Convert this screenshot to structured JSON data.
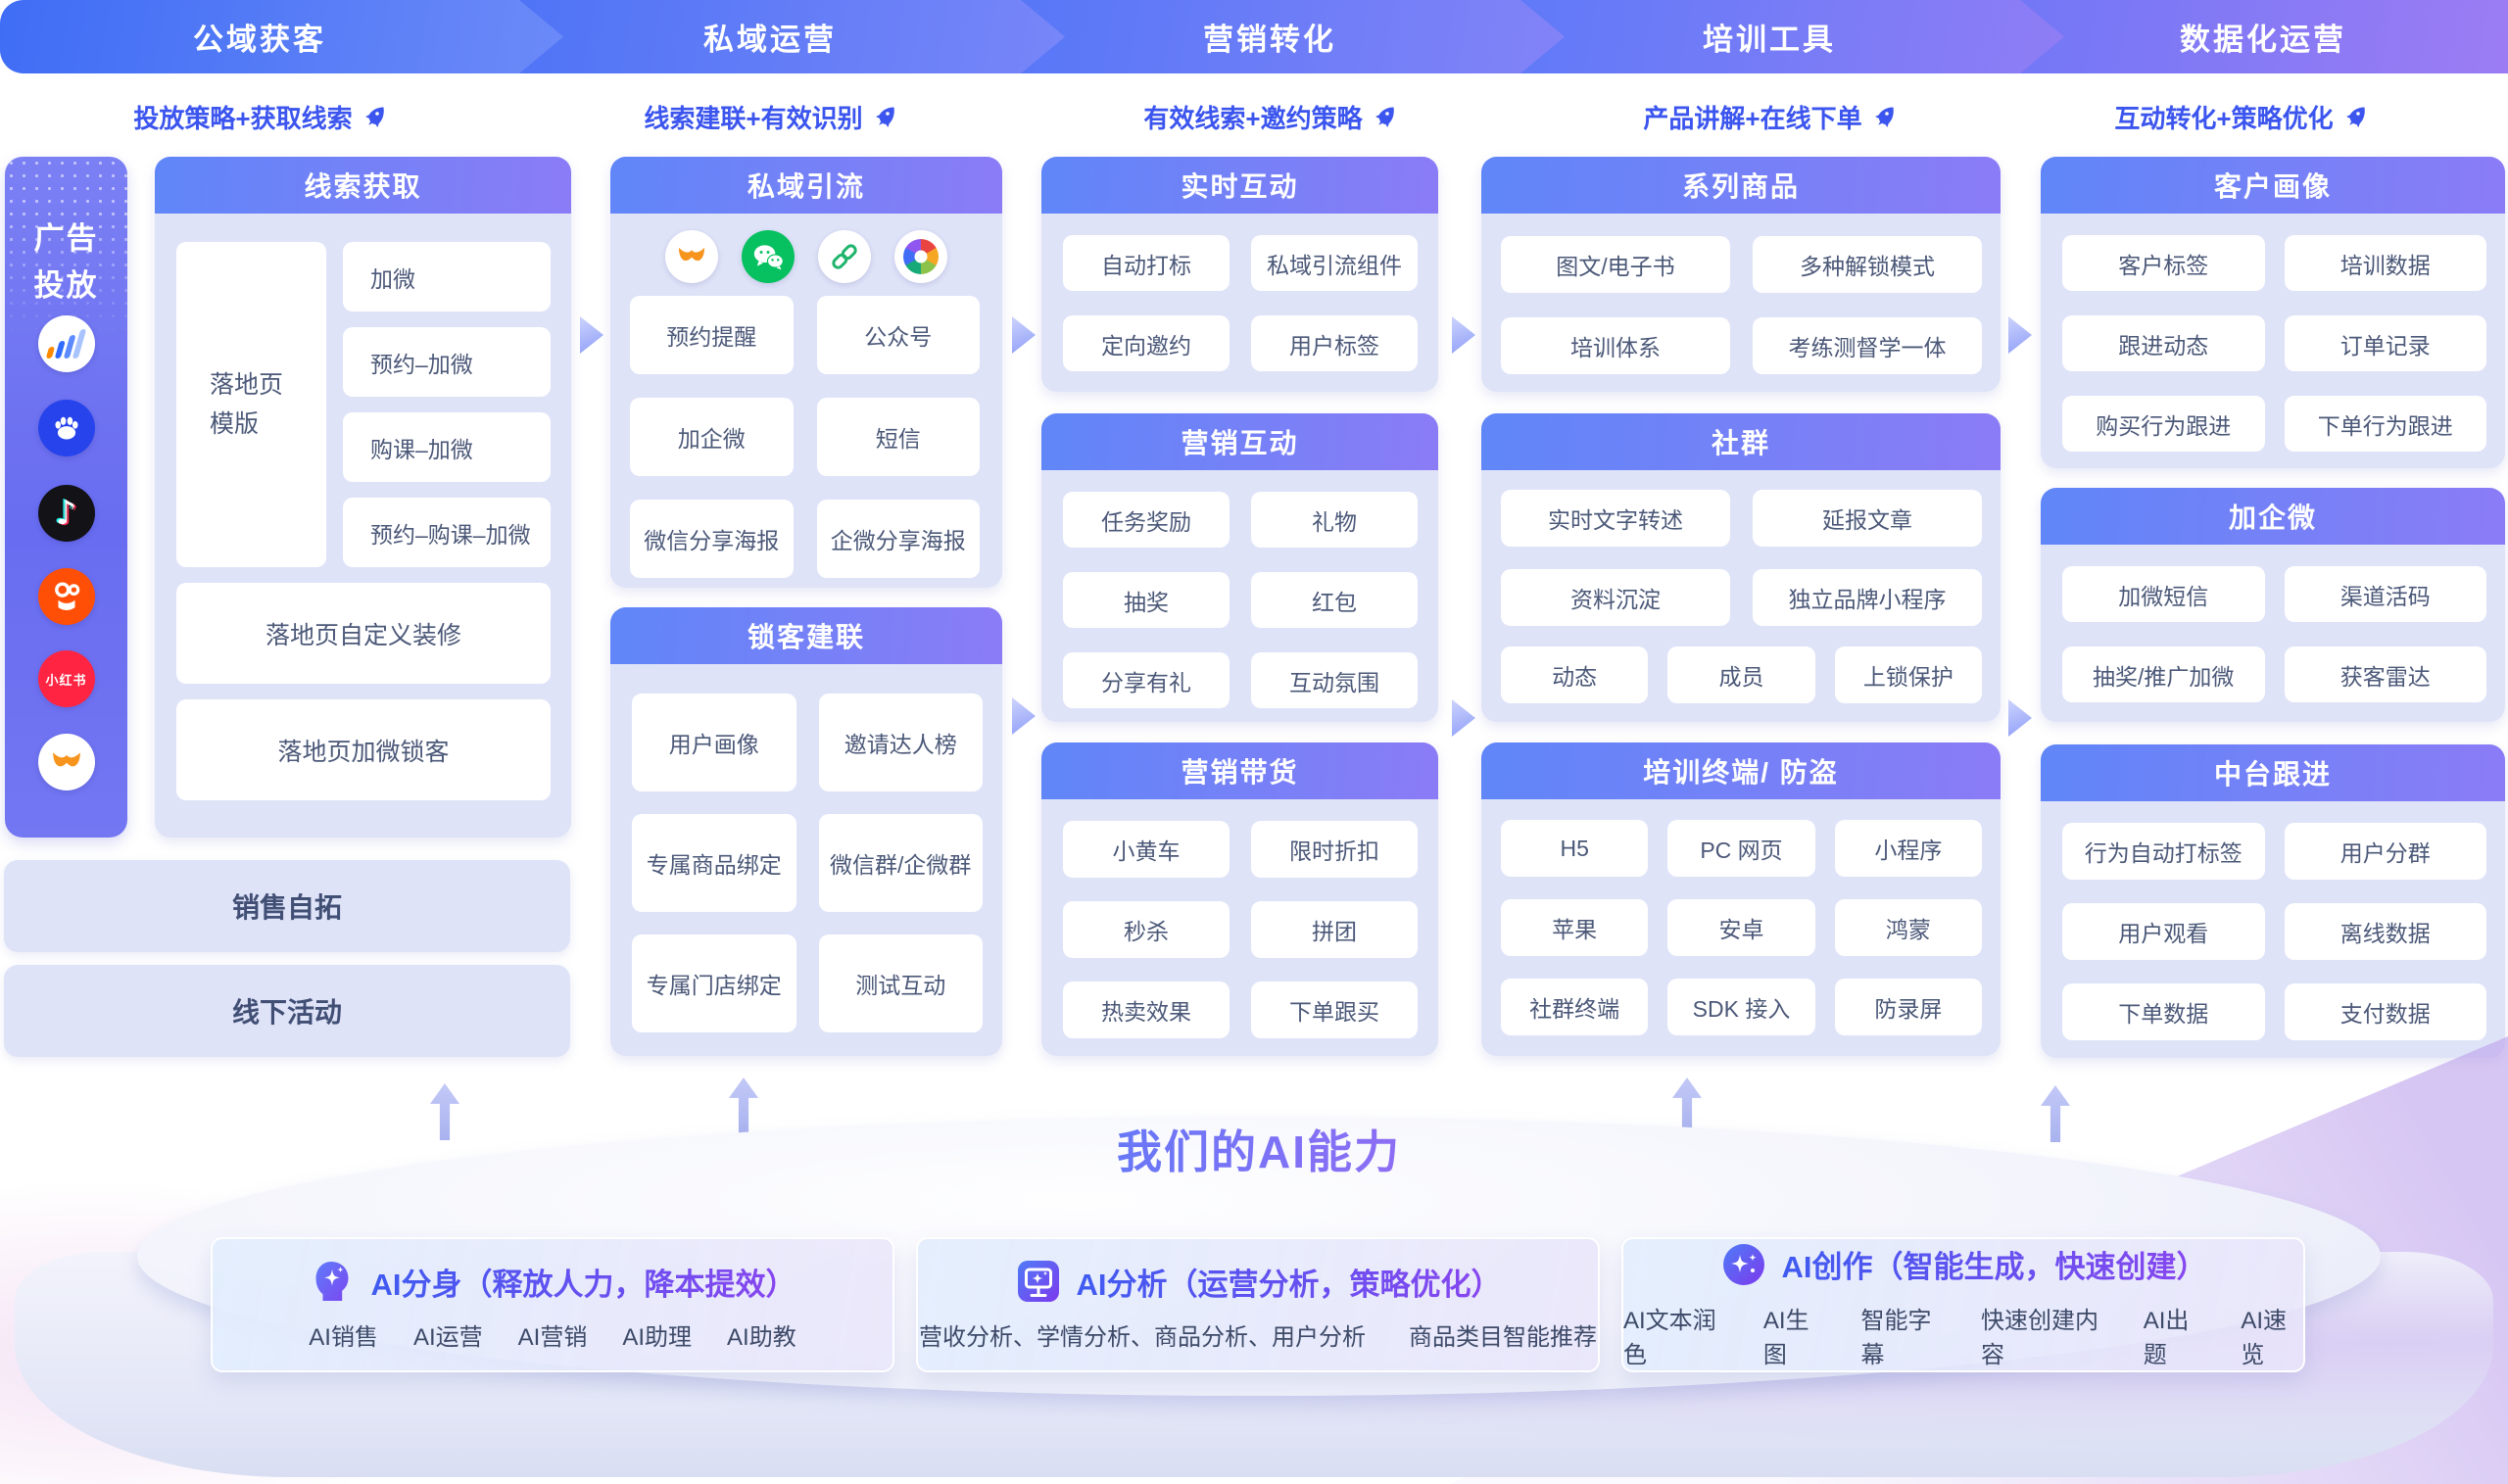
{
  "stages": [
    {
      "label": "公域获客",
      "sublink": "投放策略+获取线索"
    },
    {
      "label": "私域运营",
      "sublink": "线索建联+有效识别"
    },
    {
      "label": "营销转化",
      "sublink": "有效线索+邀约策略"
    },
    {
      "label": "培训工具",
      "sublink": "产品讲解+在线下单"
    },
    {
      "label": "数据化运营",
      "sublink": "互动转化+策略优化"
    }
  ],
  "sidebar": {
    "title": "广告投放",
    "platform_icons": [
      "tencent-ads-icon",
      "baidu-icon",
      "douyin-icon",
      "kuaishou-icon",
      "xiaohongshu-icon",
      "weimob-icon"
    ],
    "xiaohongshu_label": "小红书"
  },
  "left_channels": [
    {
      "label": "销售自拓"
    },
    {
      "label": "线下活动"
    }
  ],
  "columns": [
    {
      "panels": [
        {
          "title": "线索获取",
          "tall_item": "落地页模版",
          "flow_items": [
            "加微",
            "预约–加微",
            "购课–加微",
            "预约–购课–加微"
          ],
          "wide_items": [
            "落地页自定义装修",
            "落地页加微锁客"
          ]
        }
      ]
    },
    {
      "panels": [
        {
          "title": "私域引流",
          "icons": [
            "weimob-icon",
            "wechat-icon",
            "link-icon",
            "aperture-icon"
          ],
          "items": [
            "预约提醒",
            "公众号",
            "加企微",
            "短信",
            "微信分享海报",
            "企微分享海报"
          ]
        },
        {
          "title": "锁客建联",
          "items": [
            "用户画像",
            "邀请达人榜",
            "专属商品绑定",
            "微信群/企微群",
            "专属门店绑定",
            "测试互动"
          ]
        }
      ]
    },
    {
      "panels": [
        {
          "title": "实时互动",
          "items": [
            "自动打标",
            "私域引流组件",
            "定向邀约",
            "用户标签"
          ]
        },
        {
          "title": "营销互动",
          "items": [
            "任务奖励",
            "礼物",
            "抽奖",
            "红包",
            "分享有礼",
            "互动氛围"
          ]
        },
        {
          "title": "营销带货",
          "items": [
            "小黄车",
            "限时折扣",
            "秒杀",
            "拼团",
            "热卖效果",
            "下单跟买"
          ]
        }
      ]
    },
    {
      "panels": [
        {
          "title": "系列商品",
          "items": [
            "图文/电子书",
            "多种解锁模式",
            "培训体系",
            "考练测督学一体"
          ]
        },
        {
          "title": "社群",
          "items": [
            "实时文字转述",
            "延报文章",
            "资料沉淀",
            "独立品牌小程序"
          ],
          "items3": [
            "动态",
            "成员",
            "上锁保护"
          ]
        },
        {
          "title": "培训终端/ 防盗",
          "items3": [
            "H5",
            "PC 网页",
            "小程序",
            "苹果",
            "安卓",
            "鸿蒙",
            "社群终端",
            "SDK 接入",
            "防录屏"
          ]
        }
      ]
    },
    {
      "panels": [
        {
          "title": "客户画像",
          "items": [
            "客户标签",
            "培训数据",
            "跟进动态",
            "订单记录",
            "购买行为跟进",
            "下单行为跟进"
          ]
        },
        {
          "title": "加企微",
          "items": [
            "加微短信",
            "渠道活码",
            "抽奖/推广加微",
            "获客雷达"
          ]
        },
        {
          "title": "中台跟进",
          "items": [
            "行为自动打标签",
            "用户分群",
            "用户观看",
            "离线数据",
            "下单数据",
            "支付数据"
          ]
        }
      ]
    }
  ],
  "ai_section": {
    "title": "我们的AI能力",
    "cards": [
      {
        "icon": "ai-avatar-icon",
        "title": "AI分身（释放人力，降本提效）",
        "items": [
          "AI销售",
          "AI运营",
          "AI营销",
          "AI助理",
          "AI助教"
        ]
      },
      {
        "icon": "ai-analysis-icon",
        "title": "AI分析（运营分析，策略优化）",
        "items": [
          "营收分析、学情分析、商品分析、用户分析",
          "商品类目智能推荐"
        ]
      },
      {
        "icon": "ai-creation-icon",
        "title": "AI创作（智能生成，快速创建）",
        "items": [
          "AI文本润色",
          "AI生图",
          "智能字幕",
          "快速创建内容",
          "AI出题",
          "AI速览"
        ]
      }
    ]
  },
  "colors": {
    "link_blue": "#3b55ee",
    "banner_blue": "#3f6df5",
    "banner_purple": "#9c7cf4",
    "panel_header_from": "#5f86f8",
    "panel_header_to": "#8b7cf6",
    "panel_bg": "#dfe3f8",
    "box_text": "#4b5878",
    "wechat_green": "#07c160",
    "kuaishou_orange": "#ff4f06",
    "xiaohongshu_red": "#ff2442",
    "baidu_blue": "#2743ec",
    "weimob_orange": "#f7941e"
  }
}
